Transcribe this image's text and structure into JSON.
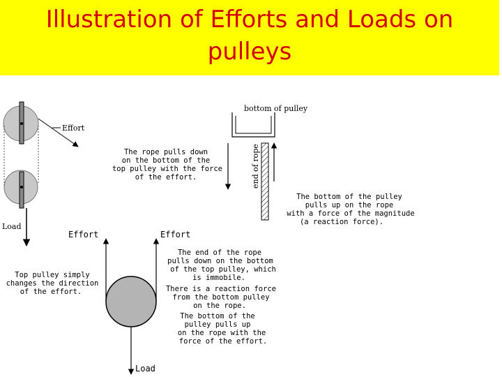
{
  "title": {
    "line1": "Illustration of Efforts and Loads on",
    "line2": "pulleys"
  },
  "colors": {
    "title_background": "#ffff00",
    "title_text": "#d40000",
    "pulley_fill": "#c8c8c8",
    "pulley_large_fill": "#b4b4b4"
  },
  "labels": {
    "effort_top": "Effort",
    "load_left": "Load",
    "effort_mid_left": "Effort",
    "effort_mid_right": "Effort",
    "load_bottom": "Load",
    "bottom_of_pulley": "bottom of pulley",
    "end_of_rope": "end of rope"
  },
  "notes": {
    "rope_pulls_down": [
      "The rope pulls down",
      "on the bottom of the",
      "top pulley with the force",
      "of the effort."
    ],
    "bottom_pulls_up": [
      "The bottom of the pulley",
      "pulls up on the rope",
      "with a force of the magnitude",
      "(a reaction force)."
    ],
    "top_pulley_changes": [
      "Top pulley simply",
      "changes the direction",
      "of the effort."
    ],
    "end_of_rope_explain": [
      "The end of the rope",
      "pulls down on the bottom",
      "of the top pulley, which",
      "is immobile.",
      "There is a reaction force",
      "from the bottom pulley",
      "on the rope.",
      "The bottom of the",
      "pulley pulls up",
      "on the rope with the",
      "force of the effort."
    ]
  }
}
